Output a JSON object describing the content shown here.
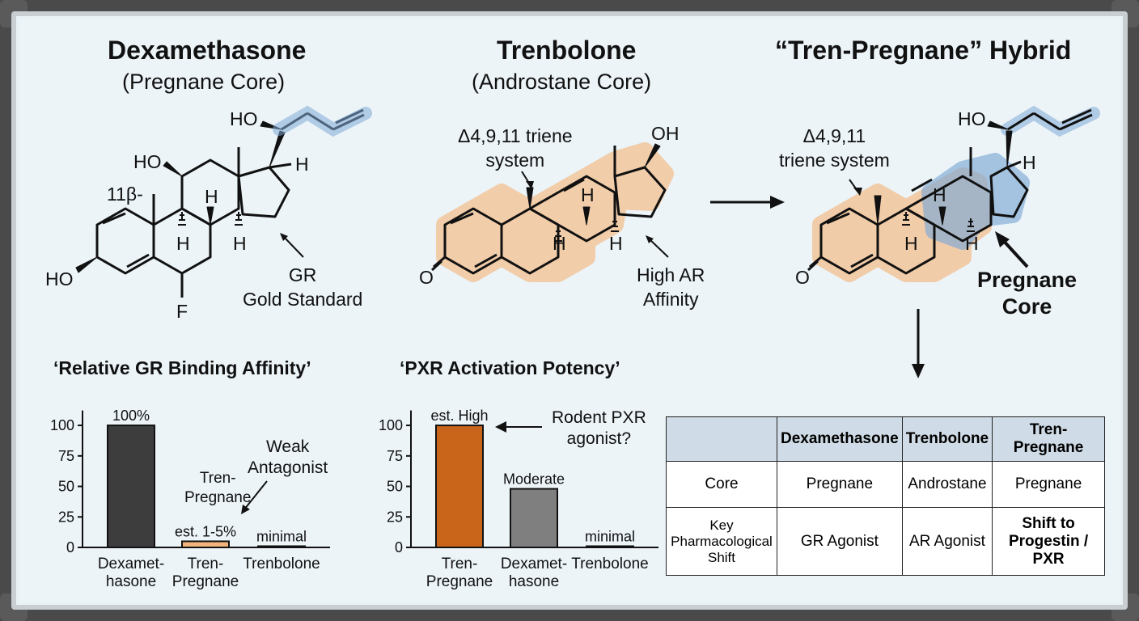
{
  "molecules": [
    {
      "name": "Dexamethasone",
      "core": "(Pregnane Core)"
    },
    {
      "name": "Trenbolone",
      "core": "(Androstane Core)"
    },
    {
      "name": "“Tren-Pregnane” Hybrid",
      "core": ""
    }
  ],
  "atom_labels": {
    "dexa": {
      "ho_top": "HO",
      "ho_11": "HO",
      "beta": "11β-",
      "h1": "H",
      "h2": "H",
      "h3": "H",
      "h4": "H",
      "ho_3": "HO",
      "f": "F"
    },
    "tren": {
      "oh": "OH",
      "h1": "H",
      "h2": "H",
      "h3": "H",
      "o": "O"
    },
    "hybrid": {
      "ho_top": "HO",
      "h1": "H",
      "h2": "H",
      "h3": "H",
      "h4": "H",
      "o": "O"
    }
  },
  "annotations": {
    "dexa_gr": [
      "GR",
      "Gold Standard"
    ],
    "tren_triene": [
      "Δ4,9,11 triene",
      "system"
    ],
    "tren_ar": [
      "High AR",
      "Affinity"
    ],
    "hybrid_triene": [
      "Δ4,9,11",
      "triene system"
    ],
    "hybrid_core": [
      "Pregnane",
      "Core"
    ]
  },
  "colors": {
    "androstane_highlight": "#f4b77e",
    "pregnane_highlight": "#7fa9d6",
    "bar_dark": "#3d3d3d",
    "bar_orange": "#c9651a",
    "bar_gray": "#7f7f7f",
    "bar_light_orange": "#f2b47c",
    "table_header": "#cfdbe6"
  },
  "chart_data": [
    {
      "type": "bar",
      "title": "‘Relative GR Binding Affinity’",
      "categories": [
        "Dexamet-\nhasone",
        "Tren-\nPregnane",
        "Trenbolone"
      ],
      "values": [
        100,
        5,
        1
      ],
      "data_labels": [
        "100%",
        "est. 1-5%",
        "minimal"
      ],
      "yticks": [
        0,
        25,
        50,
        75,
        100
      ],
      "ylim": [
        0,
        110
      ],
      "annotations": [
        "Tren-",
        "Pregnane",
        "Weak",
        "Antagonist"
      ]
    },
    {
      "type": "bar",
      "title": "‘PXR Activation Potency’",
      "categories": [
        "Tren-\nPregnane",
        "Dexamet-\nhasone",
        "Trenbolone"
      ],
      "values": [
        100,
        48,
        1
      ],
      "data_labels": [
        "est. High",
        "Moderate",
        "minimal"
      ],
      "yticks": [
        0,
        25,
        50,
        75,
        100
      ],
      "ylim": [
        0,
        110
      ],
      "annotations": [
        "Rodent PXR",
        "agonist?"
      ]
    }
  ],
  "table": {
    "headers": [
      "",
      "Dexamethasone",
      "Trenbolone",
      "Tren-Pregnane"
    ],
    "rows": [
      [
        "Core",
        "Pregnane",
        "Androstane",
        "Pregnane"
      ],
      [
        "Key\nPharmacological\nShift",
        "GR Agonist",
        "AR Agonist",
        "Shift to\nProgestin / PXR"
      ]
    ]
  }
}
